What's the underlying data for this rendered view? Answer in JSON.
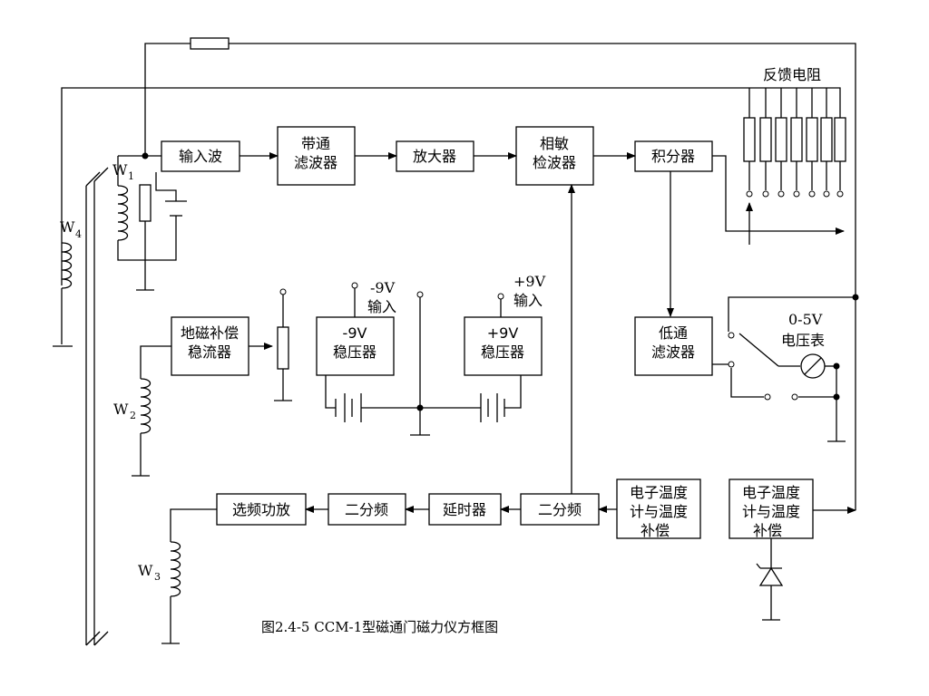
{
  "blocks": {
    "input_wave": "输入波",
    "bandpass_line1": "带通",
    "bandpass_line2": "滤波器",
    "amplifier": "放大器",
    "phase_det_line1": "相敏",
    "phase_det_line2": "检波器",
    "integrator": "积分器",
    "lowpass_line1": "低通",
    "lowpass_line2": "滤波器",
    "geomag_line1": "地磁补偿",
    "geomag_line2": "稳流器",
    "neg_reg_line1": "-9V",
    "neg_reg_line2": "稳压器",
    "pos_reg_line1": "+9V",
    "pos_reg_line2": "稳压器",
    "select_amp": "选频功放",
    "divider_a": "二分频",
    "delay": "延时器",
    "divider_b": "二分频",
    "temp_comp_a_line1": "电子温度",
    "temp_comp_a_line2": "计与温度",
    "temp_comp_a_line3": "补偿",
    "temp_comp_b_line1": "电子温度",
    "temp_comp_b_line2": "计与温度",
    "temp_comp_b_line3": "补偿"
  },
  "labels": {
    "feedback_resistors": "反馈电阻",
    "neg_input_line1": "-9V",
    "neg_input_line2": "输入",
    "pos_input_line1": "+9V",
    "pos_input_line2": "输入",
    "voltmeter_line1": "0-5V",
    "voltmeter_line2": "电压表",
    "w1": "W",
    "w1_sub": "1",
    "w2": "W",
    "w2_sub": "2",
    "w3": "W",
    "w3_sub": "3",
    "w4": "W",
    "w4_sub": "4"
  },
  "caption": "图2.4-5 CCM-1型磁通门磁力仪方框图"
}
